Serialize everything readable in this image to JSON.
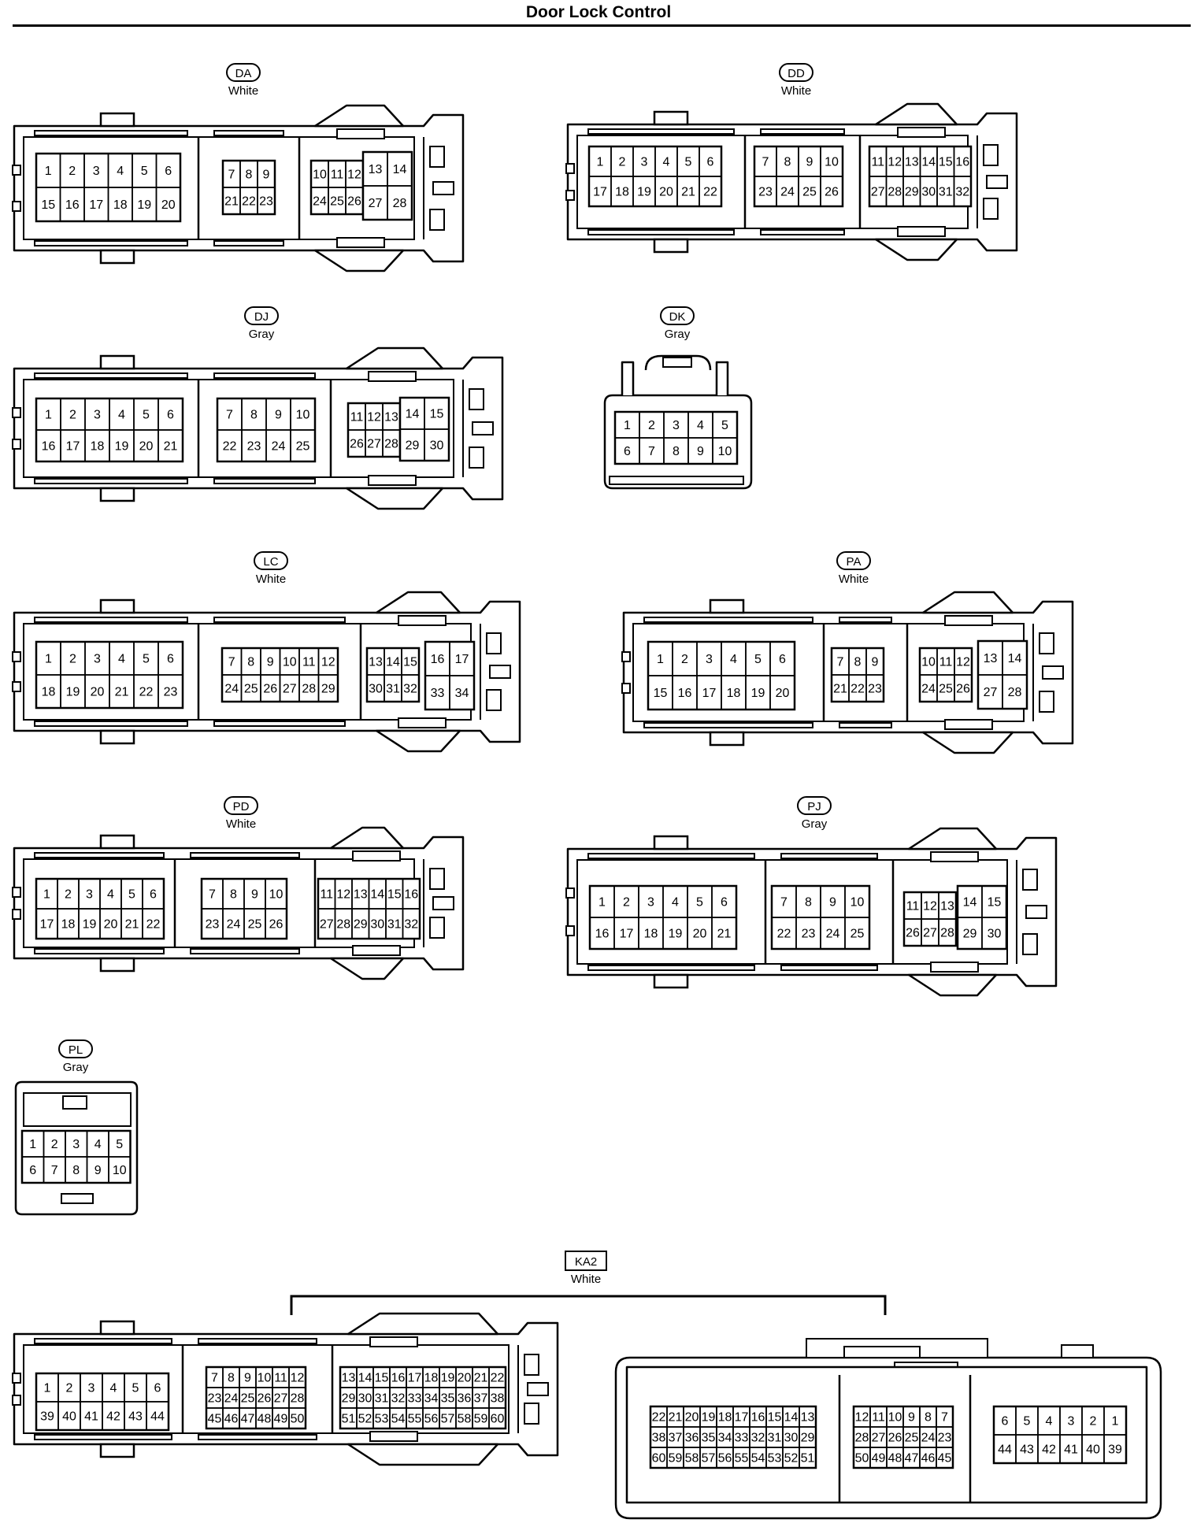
{
  "title": "Door Lock Control",
  "connectors": [
    {
      "id": "DA",
      "color": "White",
      "tag": "oval",
      "blocks": [
        {
          "rows": [
            [
              "1",
              "2",
              "3",
              "4",
              "5",
              "6"
            ],
            [
              "15",
              "16",
              "17",
              "18",
              "19",
              "20"
            ]
          ]
        },
        {
          "rows": [
            [
              "7",
              "8",
              "9"
            ],
            [
              "21",
              "22",
              "23"
            ]
          ]
        },
        {
          "rows": [
            [
              "10",
              "11",
              "12"
            ],
            [
              "24",
              "25",
              "26"
            ]
          ]
        },
        {
          "rows": [
            [
              "13",
              "14"
            ],
            [
              "27",
              "28"
            ]
          ]
        }
      ]
    },
    {
      "id": "DD",
      "color": "White",
      "tag": "oval",
      "blocks": [
        {
          "rows": [
            [
              "1",
              "2",
              "3",
              "4",
              "5",
              "6"
            ],
            [
              "17",
              "18",
              "19",
              "20",
              "21",
              "22"
            ]
          ]
        },
        {
          "rows": [
            [
              "7",
              "8",
              "9",
              "10"
            ],
            [
              "23",
              "24",
              "25",
              "26"
            ]
          ]
        },
        {
          "rows": [
            [
              "11",
              "12",
              "13",
              "14",
              "15",
              "16"
            ],
            [
              "27",
              "28",
              "29",
              "30",
              "31",
              "32"
            ]
          ]
        }
      ]
    },
    {
      "id": "DJ",
      "color": "Gray",
      "tag": "oval",
      "blocks": [
        {
          "rows": [
            [
              "1",
              "2",
              "3",
              "4",
              "5",
              "6"
            ],
            [
              "16",
              "17",
              "18",
              "19",
              "20",
              "21"
            ]
          ]
        },
        {
          "rows": [
            [
              "7",
              "8",
              "9",
              "10"
            ],
            [
              "22",
              "23",
              "24",
              "25"
            ]
          ]
        },
        {
          "rows": [
            [
              "11",
              "12",
              "13"
            ],
            [
              "26",
              "27",
              "28"
            ]
          ]
        },
        {
          "rows": [
            [
              "14",
              "15"
            ],
            [
              "29",
              "30"
            ]
          ]
        }
      ]
    },
    {
      "id": "DK",
      "color": "Gray",
      "tag": "oval",
      "blocks": [
        {
          "rows": [
            [
              "1",
              "2",
              "3",
              "4",
              "5"
            ],
            [
              "6",
              "7",
              "8",
              "9",
              "10"
            ]
          ]
        }
      ]
    },
    {
      "id": "LC",
      "color": "White",
      "tag": "oval",
      "blocks": [
        {
          "rows": [
            [
              "1",
              "2",
              "3",
              "4",
              "5",
              "6"
            ],
            [
              "18",
              "19",
              "20",
              "21",
              "22",
              "23"
            ]
          ]
        },
        {
          "rows": [
            [
              "7",
              "8",
              "9",
              "10",
              "11",
              "12"
            ],
            [
              "24",
              "25",
              "26",
              "27",
              "28",
              "29"
            ]
          ]
        },
        {
          "rows": [
            [
              "13",
              "14",
              "15"
            ],
            [
              "30",
              "31",
              "32"
            ]
          ]
        },
        {
          "rows": [
            [
              "16",
              "17"
            ],
            [
              "33",
              "34"
            ]
          ]
        }
      ]
    },
    {
      "id": "PA",
      "color": "White",
      "tag": "oval",
      "blocks": [
        {
          "rows": [
            [
              "1",
              "2",
              "3",
              "4",
              "5",
              "6"
            ],
            [
              "15",
              "16",
              "17",
              "18",
              "19",
              "20"
            ]
          ]
        },
        {
          "rows": [
            [
              "7",
              "8",
              "9"
            ],
            [
              "21",
              "22",
              "23"
            ]
          ]
        },
        {
          "rows": [
            [
              "10",
              "11",
              "12"
            ],
            [
              "24",
              "25",
              "26"
            ]
          ]
        },
        {
          "rows": [
            [
              "13",
              "14"
            ],
            [
              "27",
              "28"
            ]
          ]
        }
      ]
    },
    {
      "id": "PD",
      "color": "White",
      "tag": "oval",
      "blocks": [
        {
          "rows": [
            [
              "1",
              "2",
              "3",
              "4",
              "5",
              "6"
            ],
            [
              "17",
              "18",
              "19",
              "20",
              "21",
              "22"
            ]
          ]
        },
        {
          "rows": [
            [
              "7",
              "8",
              "9",
              "10"
            ],
            [
              "23",
              "24",
              "25",
              "26"
            ]
          ]
        },
        {
          "rows": [
            [
              "11",
              "12",
              "13",
              "14",
              "15",
              "16"
            ],
            [
              "27",
              "28",
              "29",
              "30",
              "31",
              "32"
            ]
          ]
        }
      ]
    },
    {
      "id": "PJ",
      "color": "Gray",
      "tag": "oval",
      "blocks": [
        {
          "rows": [
            [
              "1",
              "2",
              "3",
              "4",
              "5",
              "6"
            ],
            [
              "16",
              "17",
              "18",
              "19",
              "20",
              "21"
            ]
          ]
        },
        {
          "rows": [
            [
              "7",
              "8",
              "9",
              "10"
            ],
            [
              "22",
              "23",
              "24",
              "25"
            ]
          ]
        },
        {
          "rows": [
            [
              "11",
              "12",
              "13"
            ],
            [
              "26",
              "27",
              "28"
            ]
          ]
        },
        {
          "rows": [
            [
              "14",
              "15"
            ],
            [
              "29",
              "30"
            ]
          ]
        }
      ]
    },
    {
      "id": "PL",
      "color": "Gray",
      "tag": "oval",
      "blocks": [
        {
          "rows": [
            [
              "1",
              "2",
              "3",
              "4",
              "5"
            ],
            [
              "6",
              "7",
              "8",
              "9",
              "10"
            ]
          ]
        }
      ]
    },
    {
      "id": "KA2",
      "color": "White",
      "tag": "rect",
      "blocks": [
        {
          "rows": [
            [
              "1",
              "2",
              "3",
              "4",
              "5",
              "6"
            ],
            [
              "39",
              "40",
              "41",
              "42",
              "43",
              "44"
            ]
          ]
        },
        {
          "rows": [
            [
              "7",
              "8",
              "9",
              "10",
              "11",
              "12"
            ],
            [
              "23",
              "24",
              "25",
              "26",
              "27",
              "28"
            ],
            [
              "45",
              "46",
              "47",
              "48",
              "49",
              "50"
            ]
          ]
        },
        {
          "rows": [
            [
              "13",
              "14",
              "15",
              "16",
              "17",
              "18",
              "19",
              "20",
              "21",
              "22"
            ],
            [
              "29",
              "30",
              "31",
              "32",
              "33",
              "34",
              "35",
              "36",
              "37",
              "38"
            ],
            [
              "51",
              "52",
              "53",
              "54",
              "55",
              "56",
              "57",
              "58",
              "59",
              "60"
            ]
          ]
        },
        {
          "rows": [
            [
              "22",
              "21",
              "20",
              "19",
              "18",
              "17",
              "16",
              "15",
              "14",
              "13"
            ],
            [
              "38",
              "37",
              "36",
              "35",
              "34",
              "33",
              "32",
              "31",
              "30",
              "29"
            ],
            [
              "60",
              "59",
              "58",
              "57",
              "56",
              "55",
              "54",
              "53",
              "52",
              "51"
            ]
          ]
        },
        {
          "rows": [
            [
              "12",
              "11",
              "10",
              "9",
              "8",
              "7"
            ],
            [
              "28",
              "27",
              "26",
              "25",
              "24",
              "23"
            ],
            [
              "50",
              "49",
              "48",
              "47",
              "46",
              "45"
            ]
          ]
        },
        {
          "rows": [
            [
              "6",
              "5",
              "4",
              "3",
              "2",
              "1"
            ],
            [
              "44",
              "43",
              "42",
              "41",
              "40",
              "39"
            ]
          ]
        }
      ]
    }
  ]
}
